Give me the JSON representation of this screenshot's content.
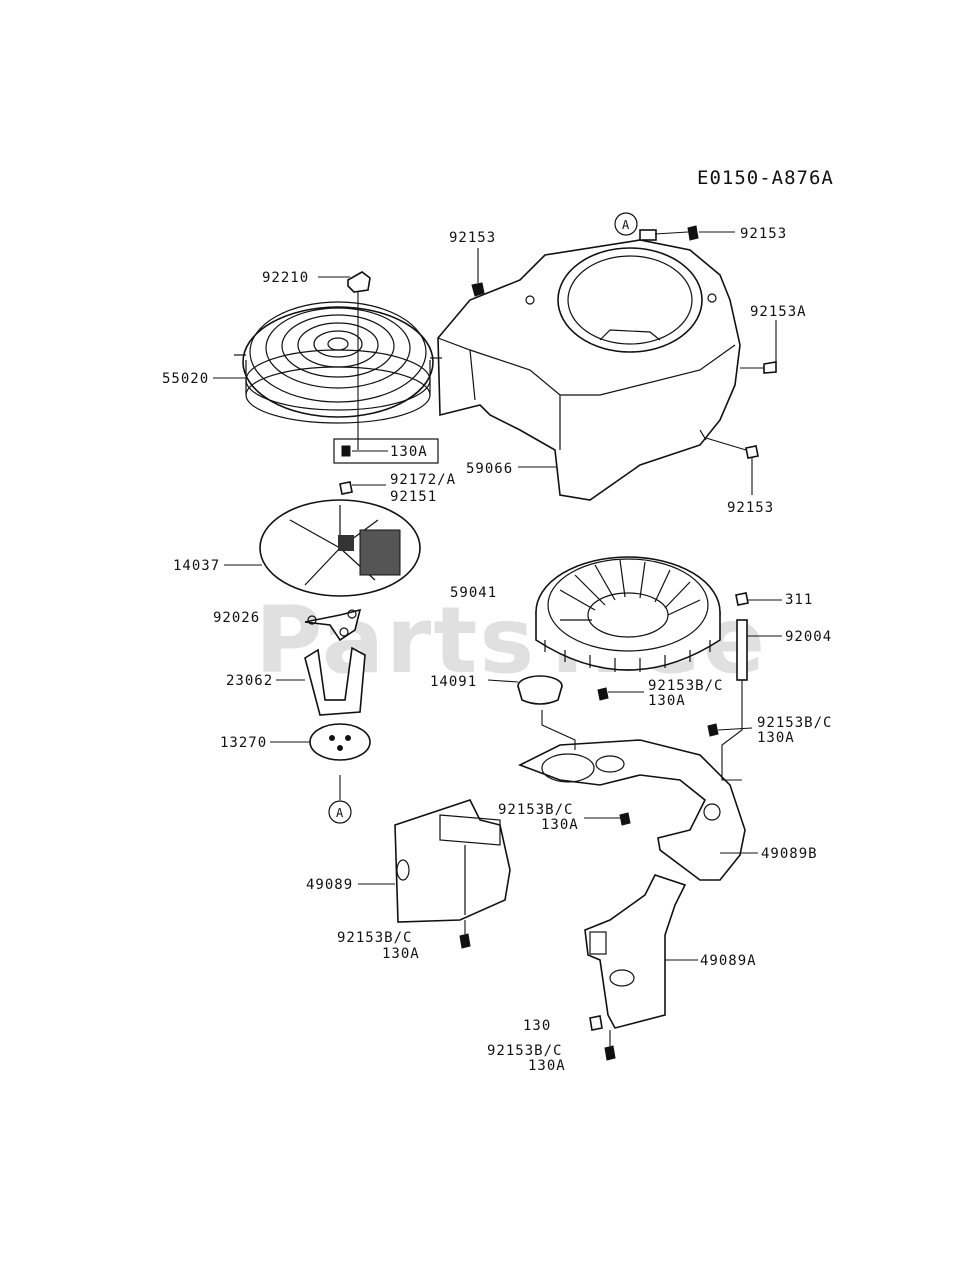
{
  "diagram": {
    "code": "E0150-A876A",
    "watermark": "PartsTree",
    "ref_marker": "A",
    "labels": {
      "p92153_a": "92153",
      "p92153_b": "92153",
      "p92153A": "92153A",
      "p92153_c": "92153",
      "p92210": "92210",
      "p55020": "55020",
      "p130A_box": "130A",
      "p92172": "92172/A",
      "p92151": "92151",
      "p59066": "59066",
      "p14037": "14037",
      "p59041": "59041",
      "p311": "311",
      "p92004": "92004",
      "p92026": "92026",
      "p23062": "23062",
      "p14091": "14091",
      "p92153BC_1": "92153B/C",
      "p130A_1": "130A",
      "p92153BC_2": "92153B/C",
      "p130A_2": "130A",
      "p13270": "13270",
      "p92153BC_3": "92153B/C",
      "p130A_3": "130A",
      "p49089B": "49089B",
      "p49089": "49089",
      "p92153BC_4": "92153B/C",
      "p130A_4": "130A",
      "p49089A": "49089A",
      "p130": "130",
      "p92153BC_5": "92153B/C",
      "p130A_5": "130A"
    }
  }
}
